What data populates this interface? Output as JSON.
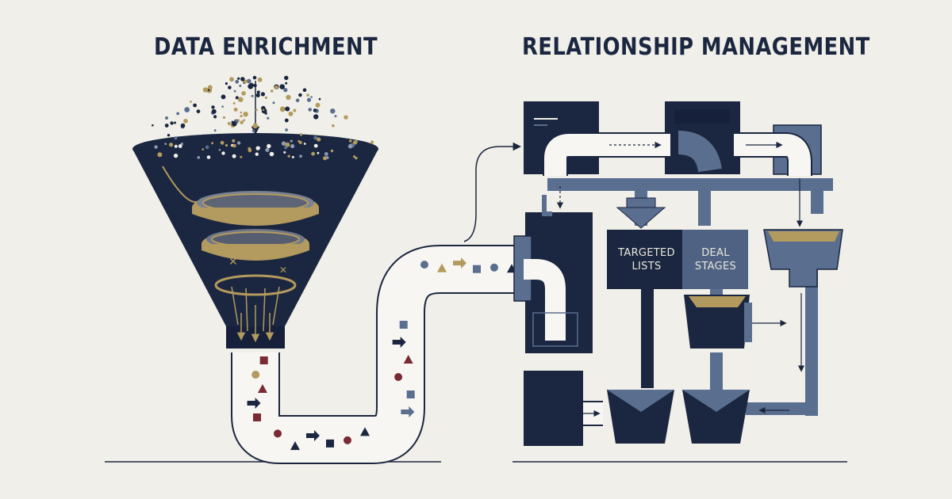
{
  "sections": {
    "left_title": "DATA ENRICHMENT",
    "right_title": "RELATIONSHIP MANAGEMENT"
  },
  "boxes": {
    "targeted_lists": "TARGETED\nLISTS",
    "deal_stages": "DEAL\nSTAGES"
  },
  "colors": {
    "background": "#f1efe9",
    "navy": "#1b2740",
    "slate": "#5a6e8f",
    "gold": "#b39a5e",
    "maroon": "#7a2a32",
    "pipe": "#f7f6f2"
  }
}
